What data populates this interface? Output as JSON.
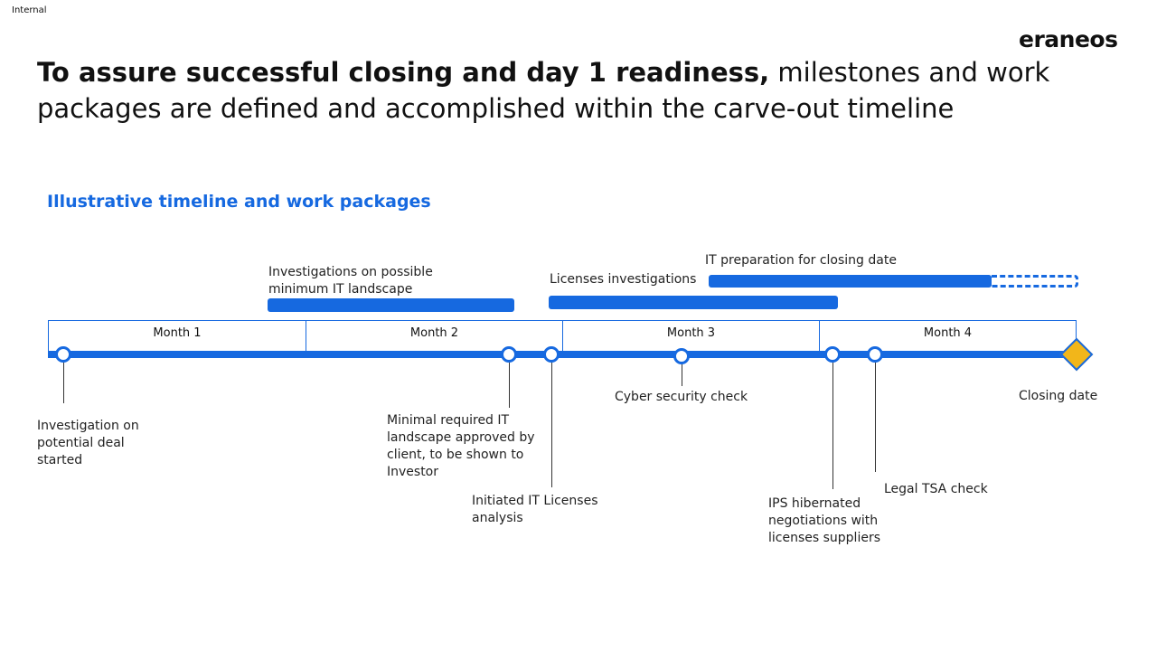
{
  "classification": "Internal",
  "brand": {
    "logo_text": "eraneos"
  },
  "title": {
    "bold": "To assure successful closing and day 1 readiness,",
    "rest": " milestones and work packages are defined and accomplished within the carve-out timeline"
  },
  "subtitle": "Illustrative timeline and work packages",
  "timeline": {
    "months": [
      "Month 1",
      "Month 2",
      "Month 3",
      "Month 4"
    ],
    "work_packages": [
      {
        "label": "Investigations on possible minimum IT landscape"
      },
      {
        "label": "Licenses investigations"
      },
      {
        "label": "IT preparation for closing date"
      }
    ],
    "milestones": [
      "Investigation on potential deal started",
      "Minimal required IT landscape approved by client, to be shown to Investor",
      "Initiated IT Licenses analysis",
      "Cyber security check",
      "IPS hibernated negotiations with licenses suppliers",
      "Legal TSA check",
      "Closing date"
    ]
  },
  "colors": {
    "accent": "#1669e0",
    "closing_marker": "#f2b61a",
    "text": "#1a1a1a"
  }
}
